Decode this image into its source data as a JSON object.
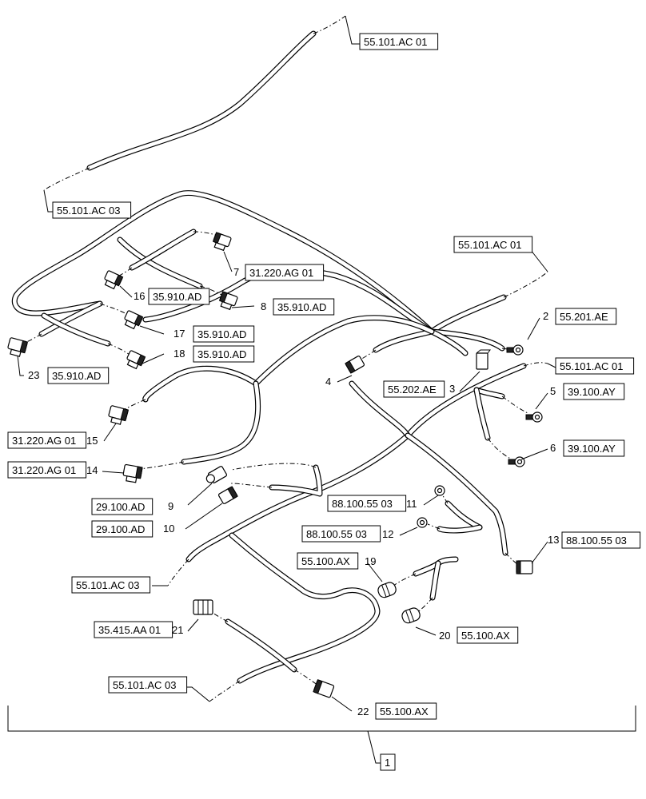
{
  "callouts": [
    {
      "id": "ref-top-1",
      "ref": "55.101.AC 01",
      "num": ""
    },
    {
      "id": "ref-top-3",
      "ref": "55.101.AC 03",
      "num": ""
    },
    {
      "id": "ref-mid-1",
      "ref": "55.101.AC 01",
      "num": ""
    },
    {
      "id": "ref-7",
      "ref": "31.220.AG 01",
      "num": "7"
    },
    {
      "id": "ref-16",
      "ref": "35.910.AD",
      "num": "16"
    },
    {
      "id": "ref-8",
      "ref": "35.910.AD",
      "num": "8"
    },
    {
      "id": "ref-2",
      "ref": "55.201.AE",
      "num": "2"
    },
    {
      "id": "ref-17",
      "ref": "35.910.AD",
      "num": "17"
    },
    {
      "id": "ref-18",
      "ref": "35.910.AD",
      "num": "18"
    },
    {
      "id": "ref-right-1",
      "ref": "55.101.AC 01",
      "num": ""
    },
    {
      "id": "ref-23",
      "ref": "35.910.AD",
      "num": "23"
    },
    {
      "id": "ref-4",
      "ref": "",
      "num": "4"
    },
    {
      "id": "ref-3",
      "ref": "55.202.AE",
      "num": "3"
    },
    {
      "id": "ref-5",
      "ref": "39.100.AY",
      "num": "5"
    },
    {
      "id": "ref-15",
      "ref": "31.220.AG 01",
      "num": "15"
    },
    {
      "id": "ref-6",
      "ref": "39.100.AY",
      "num": "6"
    },
    {
      "id": "ref-14",
      "ref": "31.220.AG 01",
      "num": "14"
    },
    {
      "id": "ref-11",
      "ref": "88.100.55 03",
      "num": "11"
    },
    {
      "id": "ref-9",
      "ref": "29.100.AD",
      "num": "9"
    },
    {
      "id": "ref-10",
      "ref": "29.100.AD",
      "num": "10"
    },
    {
      "id": "ref-12",
      "ref": "88.100.55 03",
      "num": "12"
    },
    {
      "id": "ref-13",
      "ref": "88.100.55 03",
      "num": "13"
    },
    {
      "id": "ref-19",
      "ref": "55.100.AX",
      "num": "19"
    },
    {
      "id": "ref-lower-3",
      "ref": "55.101.AC 03",
      "num": ""
    },
    {
      "id": "ref-21",
      "ref": "35.415.AA 01",
      "num": "21"
    },
    {
      "id": "ref-20",
      "ref": "55.100.AX",
      "num": "20"
    },
    {
      "id": "ref-bottom-3",
      "ref": "55.101.AC 03",
      "num": ""
    },
    {
      "id": "ref-22",
      "ref": "55.100.AX",
      "num": "22"
    }
  ],
  "assembly": {
    "num": "1"
  }
}
